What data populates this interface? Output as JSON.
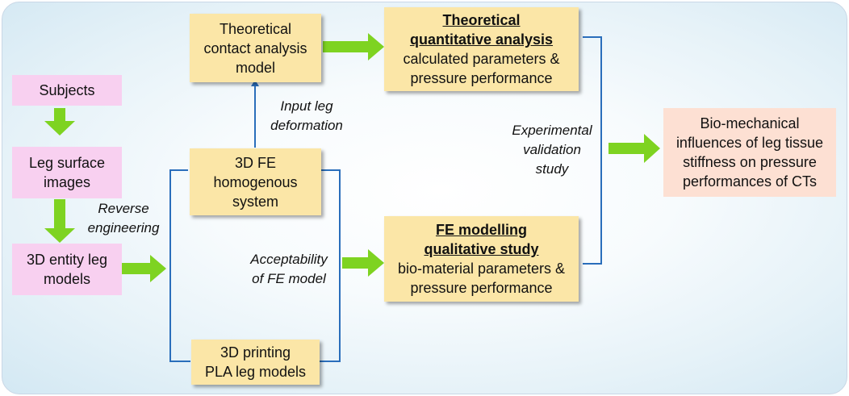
{
  "boxes": {
    "subjects": "Subjects",
    "leg_surface": [
      "Leg surface",
      "images"
    ],
    "entity_models": [
      "3D entity leg",
      "models"
    ],
    "contact_model": [
      "Theoretical",
      "contact analysis",
      "model"
    ],
    "fe_system": [
      "3D FE",
      "homogenous",
      "system"
    ],
    "printing": [
      "3D printing",
      "PLA leg models"
    ],
    "theoretical": {
      "title": [
        "Theoretical",
        "quantitative analysis"
      ],
      "body": [
        "calculated parameters &",
        "pressure performance"
      ]
    },
    "fe_modelling": {
      "title": [
        "FE modelling",
        "qualitative study"
      ],
      "body": [
        "bio-material parameters &",
        "pressure performance"
      ]
    },
    "outcome": [
      "Bio-mechanical",
      "influences of leg tissue",
      "stiffness on pressure",
      "performances of CTs"
    ]
  },
  "labels": {
    "reverse": [
      "Reverse",
      "engineering"
    ],
    "input": [
      "Input leg",
      "deformation"
    ],
    "acceptability": [
      "Acceptability",
      "of FE model"
    ],
    "experimental": [
      "Experimental",
      "validation",
      "study"
    ]
  },
  "colors": {
    "arrow": "#7ed321",
    "line": "#2a6ebb",
    "pink": "#f8d0f0",
    "yellow": "#fbe6a7",
    "peach": "#fde0d3"
  }
}
